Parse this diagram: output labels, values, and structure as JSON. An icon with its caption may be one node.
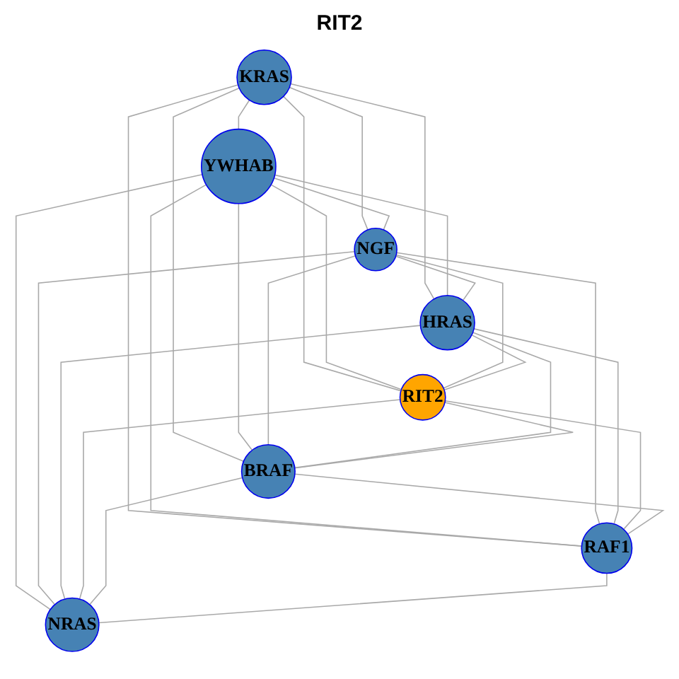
{
  "diagram": {
    "title": "RIT2",
    "nodes": [
      {
        "text": [
          "KRAS"
        ]
      },
      {
        "text": [
          "YWHAB"
        ]
      },
      {
        "text": [
          "NGF"
        ]
      },
      {
        "text": [
          "HRAS"
        ]
      },
      {
        "text": [
          "RIT2"
        ]
      },
      {
        "text": [
          "BRAF"
        ]
      },
      {
        "text": [
          "RAF1"
        ]
      },
      {
        "text": [
          "NRAS"
        ]
      }
    ],
    "edges": [
      {
        "from": 0,
        "to": 1,
        "arrow": "none"
      },
      {
        "from": 0,
        "to": 2,
        "arrow": "none"
      },
      {
        "from": 0,
        "to": 3,
        "arrow": "none"
      },
      {
        "from": 0,
        "to": 4,
        "arrow": "none"
      },
      {
        "from": 0,
        "to": 5,
        "arrow": "none"
      },
      {
        "from": 0,
        "to": 6,
        "arrow": "none"
      },
      {
        "from": 1,
        "to": 2,
        "arrow": "none"
      },
      {
        "from": 1,
        "to": 3,
        "arrow": "none"
      },
      {
        "from": 1,
        "to": 4,
        "arrow": "none"
      },
      {
        "from": 1,
        "to": 5,
        "arrow": "none"
      },
      {
        "from": 1,
        "to": 6,
        "arrow": "none"
      },
      {
        "from": 1,
        "to": 7,
        "arrow": "none"
      },
      {
        "from": 2,
        "to": 3,
        "arrow": "none"
      },
      {
        "from": 2,
        "to": 4,
        "arrow": "none"
      },
      {
        "from": 2,
        "to": 5,
        "arrow": "none"
      },
      {
        "from": 2,
        "to": 6,
        "arrow": "none"
      },
      {
        "from": 2,
        "to": 7,
        "arrow": "none"
      },
      {
        "from": 3,
        "to": 4,
        "arrow": "none"
      },
      {
        "from": 3,
        "to": 5,
        "arrow": "none"
      },
      {
        "from": 3,
        "to": 6,
        "arrow": "none"
      },
      {
        "from": 3,
        "to": 7,
        "arrow": "none"
      },
      {
        "from": 4,
        "to": 5,
        "arrow": "none"
      },
      {
        "from": 4,
        "to": 6,
        "arrow": "none"
      },
      {
        "from": 4,
        "to": 7,
        "arrow": "none"
      },
      {
        "from": 5,
        "to": 6,
        "arrow": "none"
      },
      {
        "from": 5,
        "to": 7,
        "arrow": "none"
      },
      {
        "from": 6,
        "to": 7,
        "arrow": "none"
      }
    ]
  }
}
